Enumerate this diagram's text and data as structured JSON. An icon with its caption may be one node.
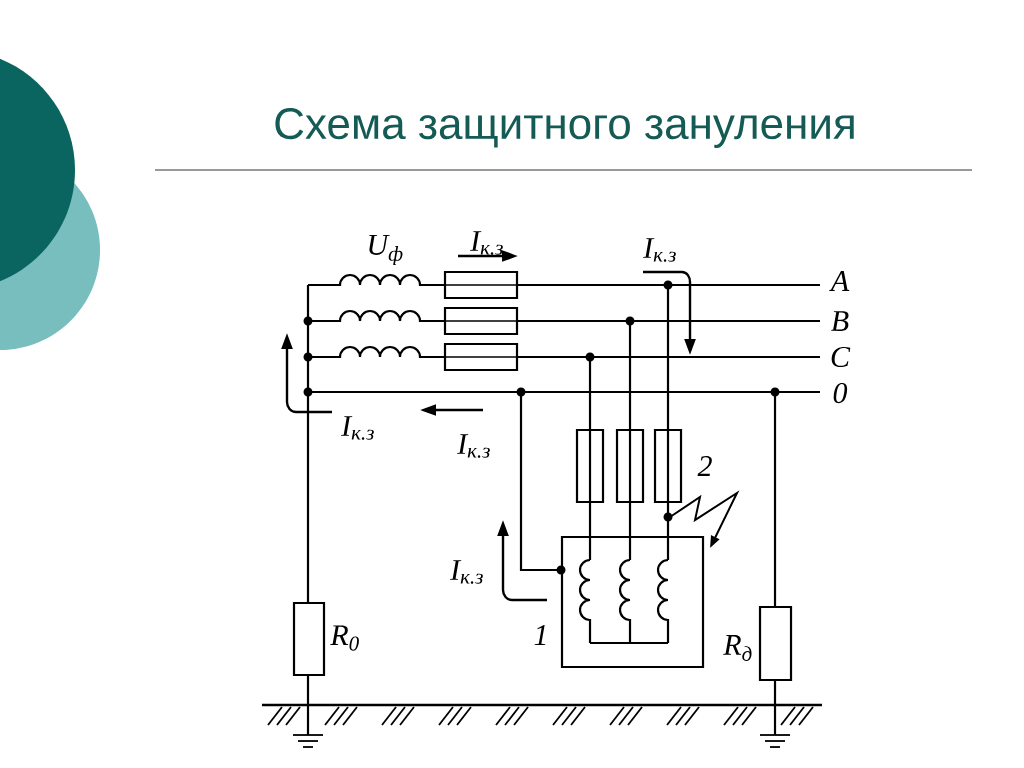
{
  "diagram": {
    "title": "Схема защитного зануления",
    "labels": [
      "U$_{ф}$",
      "I$_{к.з}$",
      "I$_{к.з}$",
      "A",
      "B",
      "C",
      "0",
      "I$_{к.з}$",
      "I$_{к.з}$",
      "2",
      "I$_{к.з}$",
      "R$_{0}$",
      "1",
      "R$_{д}$"
    ]
  }
}
